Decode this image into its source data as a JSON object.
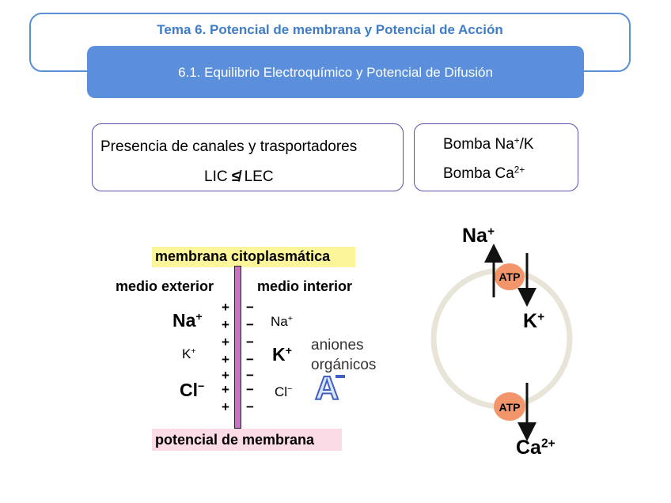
{
  "header": {
    "title": "Tema 6. Potencial de membrana y Potencial de Acción",
    "subtitle": "6.1. Equilibrio Electroquímico y Potencial de Difusión"
  },
  "box_left": {
    "line1": "Presencia de canales y trasportadores",
    "lic": "LIC",
    "neq": "≰",
    "lec": "LEC"
  },
  "box_right": {
    "pump1_base": "Bomba Na",
    "pump1_sup": "+",
    "pump1_tail": "/K",
    "pump2_base": "Bomba Ca",
    "pump2_sup": "2+"
  },
  "membrane_diagram": {
    "top_label": "membrana citoplasmática",
    "outside_label": "medio exterior",
    "inside_label": "medio interior",
    "bottom_label": "potencial de membrana",
    "outside_ions": {
      "na": "Na",
      "na_charge": "+",
      "k": "K",
      "k_charge": "+",
      "cl": "Cl",
      "cl_charge": "−"
    },
    "inside_ions": {
      "na": "Na",
      "na_charge": "+",
      "k": "K",
      "k_charge": "+",
      "cl": "Cl",
      "cl_charge": "−"
    },
    "anions_line1": "aniones",
    "anions_line2": "orgánicos",
    "anion_symbol": "A",
    "plus_signs": [
      "+",
      "+",
      "+",
      "+",
      "+",
      "+",
      "+"
    ],
    "minus_signs": [
      "−",
      "−",
      "−",
      "−",
      "−",
      "−",
      "−"
    ]
  },
  "pump_diagram": {
    "atp_label": "ATP",
    "na_label": "Na",
    "na_charge": "+",
    "k_label": "K",
    "k_charge": "+",
    "ca_label": "Ca",
    "ca_charge": "2+",
    "colors": {
      "atp_fill": "#f3956a",
      "ring": "#e8e4d8"
    }
  }
}
